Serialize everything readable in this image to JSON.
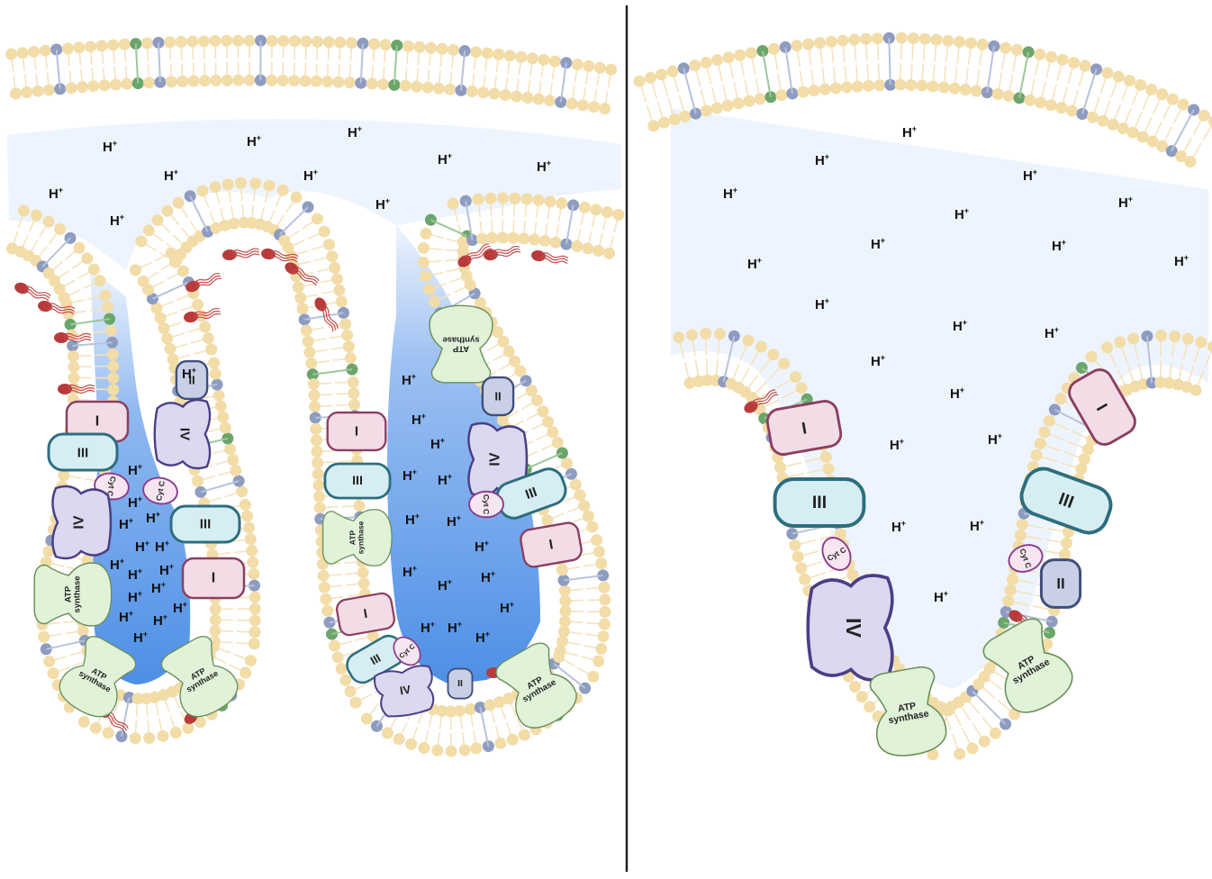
{
  "labels": {
    "h_ion": "H",
    "h_charge": "+",
    "complex_i": "I",
    "complex_ii": "II",
    "complex_iii": "III",
    "complex_iv": "IV",
    "cyt_c": "Cyt C",
    "atp_synthase_line1": "ATP",
    "atp_synthase_line2": "synthase"
  },
  "colors": {
    "lipid_head": "#f2dca8",
    "lipid_tail": "#f4e3c0",
    "head_grey_blue": "#8e9cc0",
    "head_green": "#6aa56a",
    "cardiolipin_red": "#b83a3a",
    "intermembrane_space": "#eef4fd",
    "proton_dense": "#4d8fe6",
    "complex_i_fill": "#f2dce6",
    "complex_i_stroke": "#8b3f62",
    "complex_ii_fill": "#c9d0e6",
    "complex_ii_stroke": "#3f4f7a",
    "complex_iii_fill": "#d6eef3",
    "complex_iii_stroke": "#2d6e7e",
    "complex_iv_fill": "#dcd8f0",
    "complex_iv_stroke": "#4a3f86",
    "cytc_fill": "#f7e6f2",
    "cytc_stroke": "#8a3c8a",
    "atp_fill": "#e0f2d8",
    "atp_stroke": "#6a8f5a",
    "divider": "#222222"
  },
  "panels": [
    {
      "id": "left",
      "description_tag": "narrow-cristae"
    },
    {
      "id": "right",
      "description_tag": "wide-cristae"
    }
  ]
}
